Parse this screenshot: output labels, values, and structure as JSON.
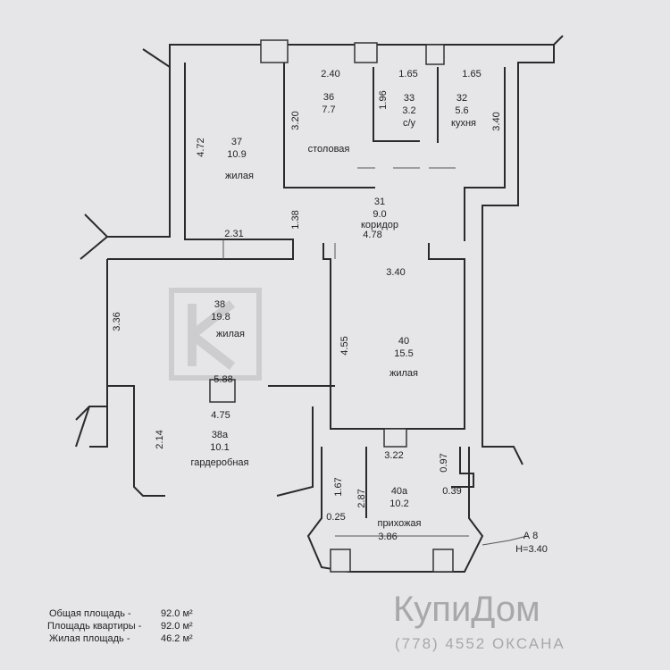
{
  "rooms": [
    {
      "num": "37",
      "area": "10.9",
      "name": "жилая"
    },
    {
      "num": "36",
      "area": "7.7",
      "name": "столовая"
    },
    {
      "num": "33",
      "area": "3.2",
      "name": "с/у"
    },
    {
      "num": "32",
      "area": "5.6",
      "name": "кухня"
    },
    {
      "num": "31",
      "area": "9.0",
      "name": "коридор"
    },
    {
      "num": "38",
      "area": "19.8",
      "name": "жилая"
    },
    {
      "num": "40",
      "area": "15.5",
      "name": "жилая"
    },
    {
      "num": "38а",
      "area": "10.1",
      "name": "гардеробная"
    },
    {
      "num": "40а",
      "area": "10.2",
      "name": "прихожая"
    }
  ],
  "dims": [
    "2.40",
    "1.65",
    "1.65",
    "1.96",
    "3.20",
    "4.72",
    "3.40",
    "1.38",
    "2.31",
    "4.78",
    "3.40",
    "3.36",
    "4.55",
    "5.88",
    "4.75",
    "2.14",
    "3.22",
    "0.97",
    "0.39",
    "1.67",
    "2.87",
    "0.25",
    "3.86"
  ],
  "annotation": {
    "axis": "А 8",
    "height": "Н=3.40"
  },
  "summary": [
    {
      "label": "Общая площадь -",
      "value": "92.0 м²"
    },
    {
      "label": "Площадь квартиры -",
      "value": "92.0 м²"
    },
    {
      "label": "Жилая площадь -",
      "value": "46.2 м²"
    }
  ],
  "watermark": {
    "brand": "КупиДом",
    "contact": "(778) 4552 ОКСАНА"
  }
}
